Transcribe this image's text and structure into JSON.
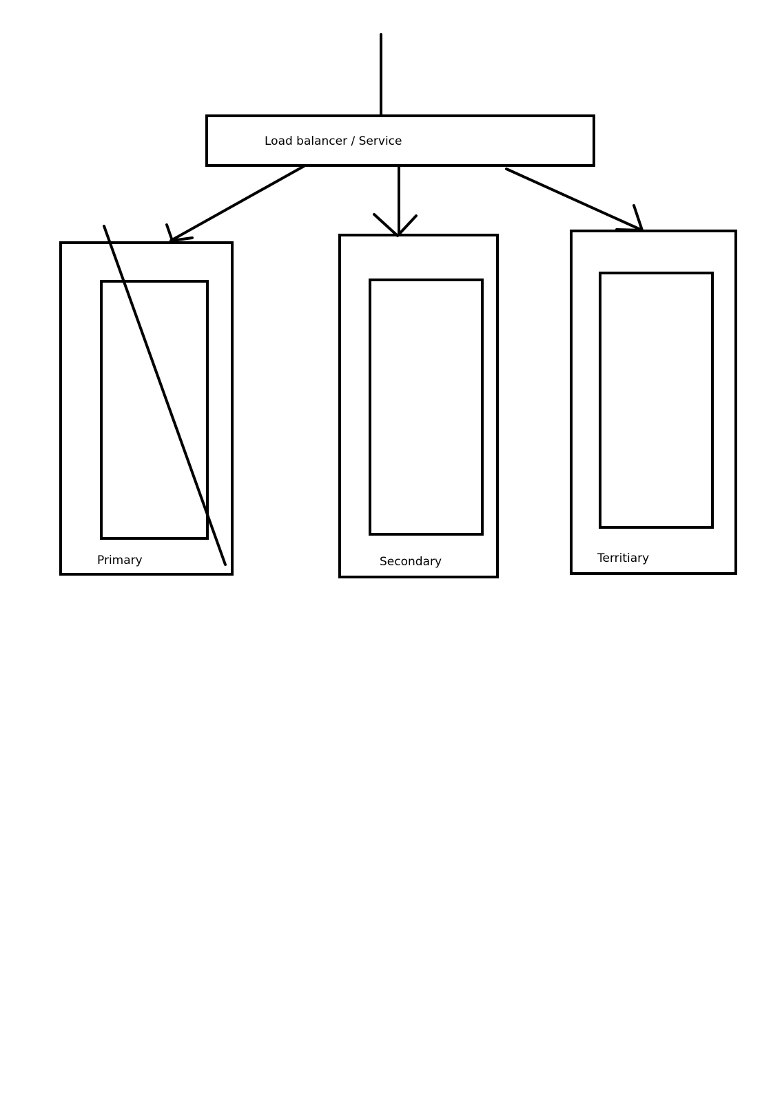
{
  "diagram": {
    "load_balancer": {
      "label": "Load balancer / Service"
    },
    "nodes": [
      {
        "id": "primary",
        "label": "Primary",
        "crossed_out": true
      },
      {
        "id": "secondary",
        "label": "Secondary",
        "crossed_out": false
      },
      {
        "id": "tertiary",
        "label": "Territiary",
        "crossed_out": false
      }
    ],
    "stroke_color": "#000000",
    "background_color": "#ffffff"
  }
}
